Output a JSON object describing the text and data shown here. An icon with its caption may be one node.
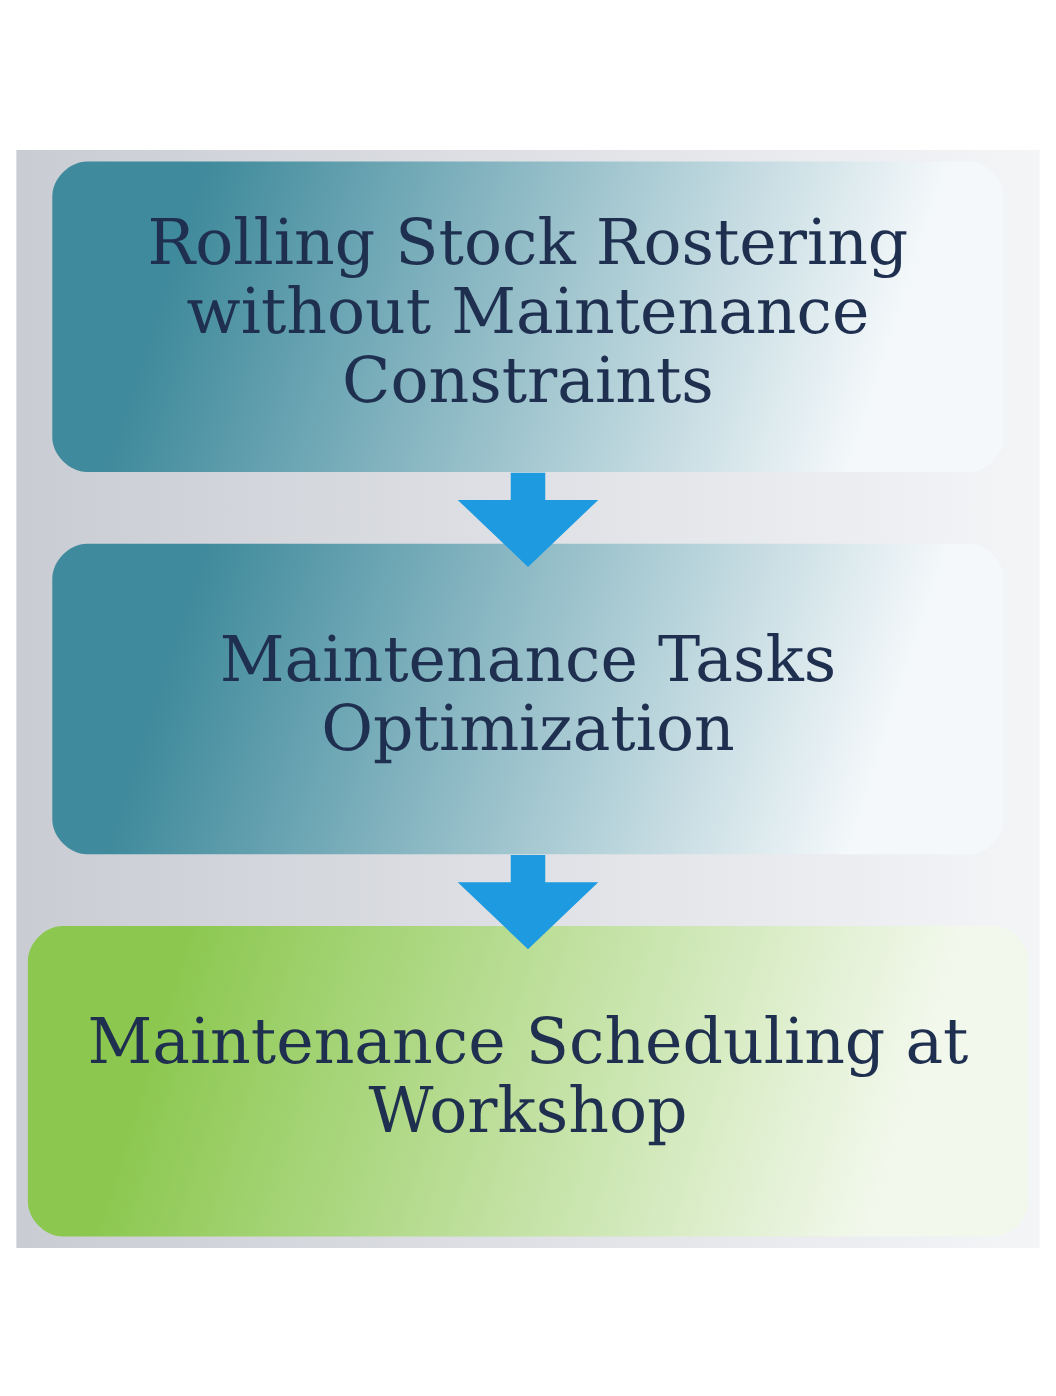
{
  "diagram": {
    "nodes": [
      {
        "text": [
          "Rolling Stock Rostering without Maintenance Constraints"
        ]
      },
      {
        "text": [
          "Maintenance Tasks Optimization"
        ]
      },
      {
        "text": [
          "Maintenance Scheduling at Workshop"
        ]
      }
    ],
    "edges": [
      {
        "from": 0,
        "to": 1,
        "arrow": "to"
      },
      {
        "from": 1,
        "to": 2,
        "arrow": "to"
      }
    ]
  }
}
